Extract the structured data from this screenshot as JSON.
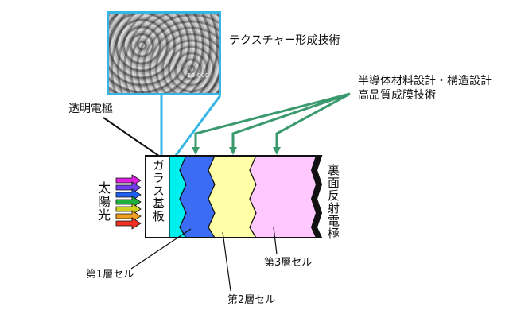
{
  "labels": {
    "texture": "テクスチャー形成技術",
    "material_line1": "半導体材料設計・構造設計",
    "material_line2": "高品質成膜技術",
    "transparent_electrode": "透明電極",
    "sunlight": "太陽光",
    "glass_substrate": "ガラス基板",
    "back_electrode": "裏面反射電極",
    "cell1": "第1層セル",
    "cell2": "第2層セル",
    "cell3": "第3層セル"
  },
  "micrograph_scale_text": "10.000",
  "colors": {
    "micrograph_border": "#36b6e4",
    "transparent_electrode": "#00f0f0",
    "cell1": "#3a6cf4",
    "cell2": "#ffffa8",
    "cell3": "#ffc8ff",
    "back_electrode": "#111111",
    "process_arrows": "#3a9a6e",
    "sunlight_arrows": [
      "#e020e0",
      "#7040f0",
      "#2060f0",
      "#20b040",
      "#d0d020",
      "#f0a020",
      "#f03020"
    ]
  }
}
